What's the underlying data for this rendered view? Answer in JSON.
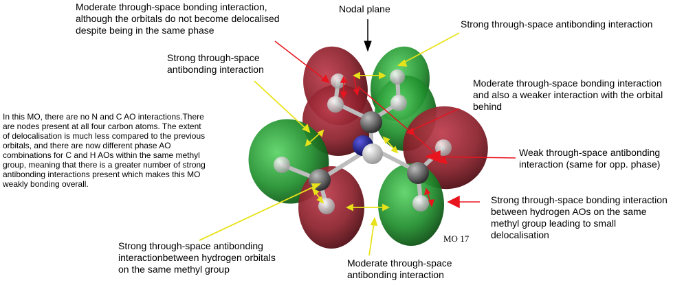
{
  "labels": {
    "top_left": "Moderate through-space bonding interaction,\nalthough the orbitals do not become delocalised\ndespite being in the same phase",
    "nodal_plane": "Nodal plane",
    "top_right": "Strong through-space antibonding interaction",
    "upper_left": "Strong through-space\nantibonding interaction",
    "mid_right": "Moderate through-space bonding interaction\nand also a weaker interaction with the orbital\nbehind",
    "weak_right": "Weak through-space antibonding\ninteraction (same for opp. phase)",
    "lower_right": "Strong through-space bonding interaction\nbetween hydrogen AOs on the same\nmethyl group leading to small\ndelocalisation",
    "bottom_left": "Strong through-space antibonding\ninteractionbetween hydrogen orbitals\non the same methyl group",
    "bottom_center": "Moderate through-space\nantibonding interaction"
  },
  "description": "In this MO, there are no N and C AO interactions.There\nare nodes present at all four carbon atoms. The extent\nof delocalisation is much less compared to the previous\norbitals, and there are now different phase AO\ncombinations for C and H AOs within the same methyl\ngroup, meaning that there is a greater number of strong\nantibonding interactions present which makes this MO\n weakly bonding overall.",
  "mo_label": "MO 17",
  "colors": {
    "red_lobe": "#7a1a22",
    "green_lobe": "#1c8a2a",
    "arrow_red": "#e8141e",
    "arrow_yellow": "#f2ee1a",
    "nitrogen": "#1a1a9a"
  }
}
